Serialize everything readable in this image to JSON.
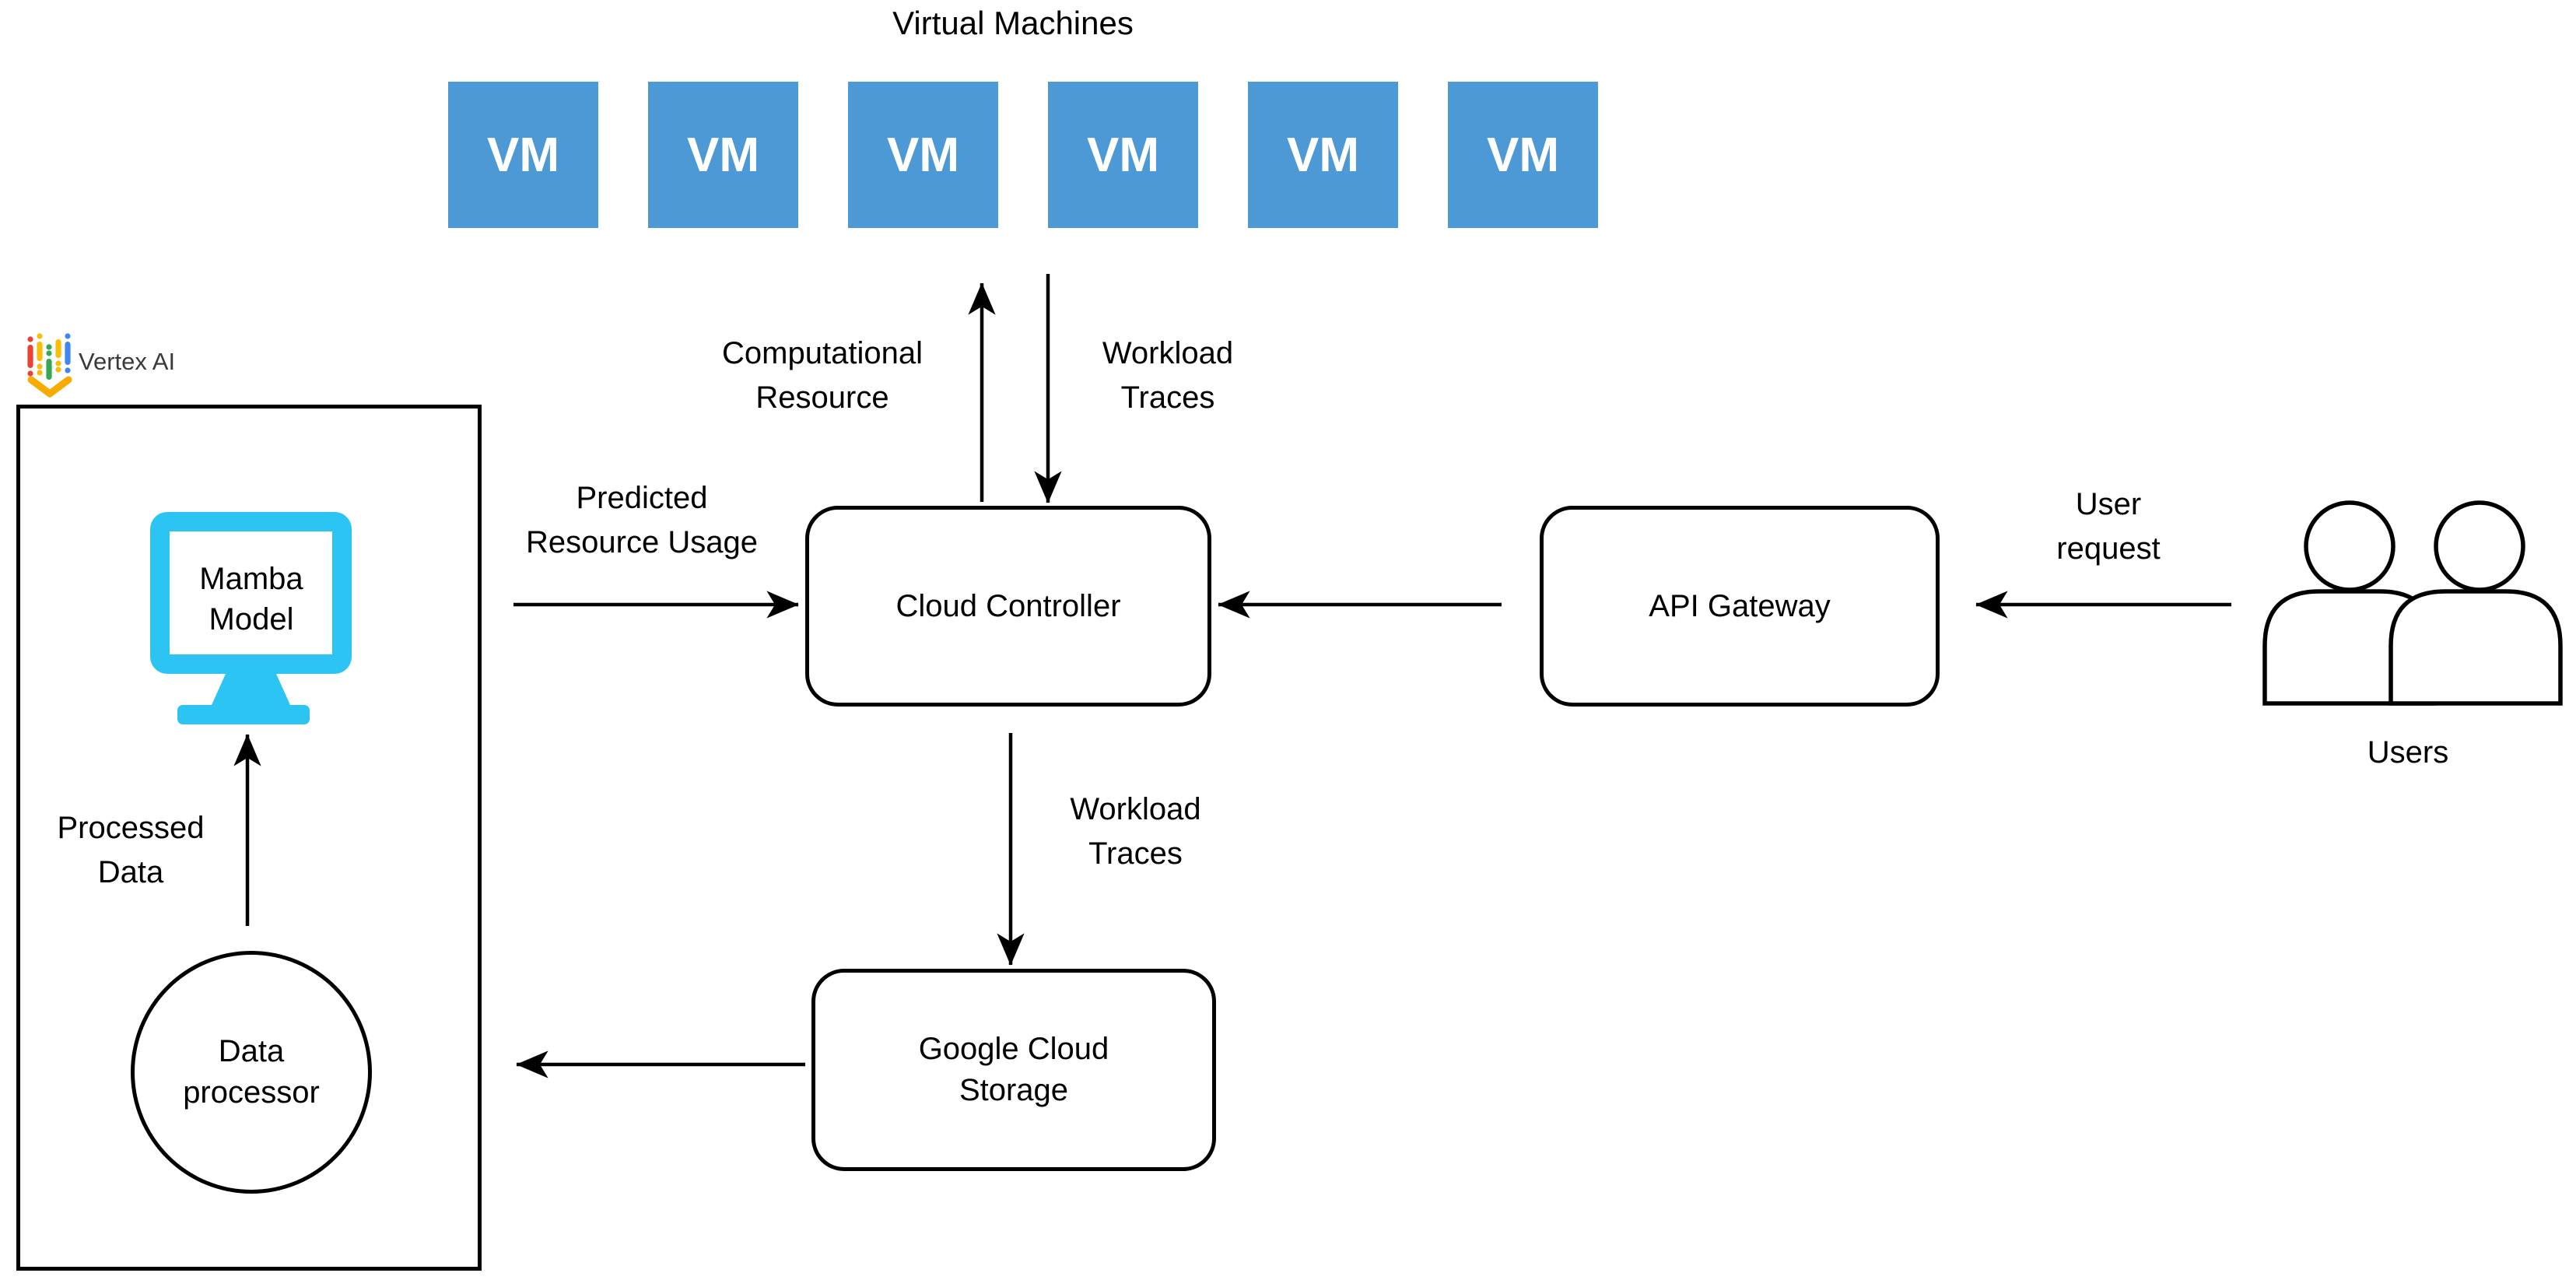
{
  "title": "Virtual Machines",
  "colors": {
    "vm_blue": "#4D99D5",
    "monitor_cyan": "#2BC4F3",
    "outline": "#000000",
    "vertex_logo_red": "#EA4335",
    "vertex_logo_yellow": "#FBBC04",
    "vertex_logo_green": "#34A853",
    "vertex_logo_blue": "#4285F4",
    "vertex_logo_chevron": "#F9AB00"
  },
  "vms": [
    {
      "label": "VM"
    },
    {
      "label": "VM"
    },
    {
      "label": "VM"
    },
    {
      "label": "VM"
    },
    {
      "label": "VM"
    },
    {
      "label": "VM"
    }
  ],
  "vertex_ai": {
    "label": "Vertex AI"
  },
  "nodes": {
    "mamba_model": {
      "label": "Mamba\nModel"
    },
    "data_processor": {
      "label": "Data\nprocessor"
    },
    "cloud_controller": {
      "label": "Cloud Controller"
    },
    "api_gateway": {
      "label": "API Gateway"
    },
    "google_cloud_storage": {
      "label": "Google Cloud\nStorage"
    },
    "users": {
      "label": "Users"
    }
  },
  "edge_labels": {
    "computational_resource": "Computational\nResource",
    "workload_traces_top": "Workload\nTraces",
    "workload_traces_bottom": "Workload\nTraces",
    "predicted_resource_usage": "Predicted\nResource Usage",
    "processed_data": "Processed\nData",
    "user_request": "User\nrequest"
  }
}
